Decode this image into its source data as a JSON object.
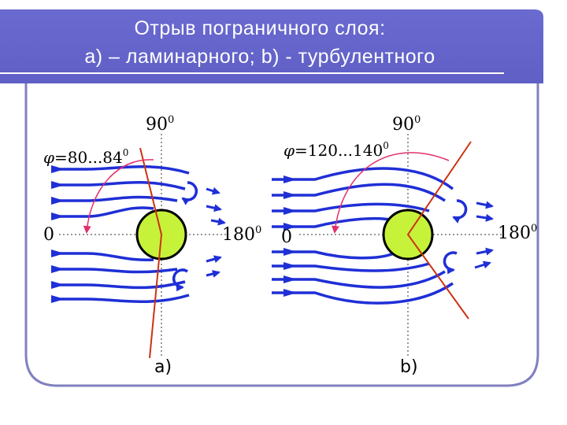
{
  "slide": {
    "title_line1": "Отрыв пограничного слоя:",
    "title_line2": "a) – ламинарного; b) - турбулентного"
  },
  "colors": {
    "banner": "#6666cc",
    "frame": "#8080c0",
    "stream": "#1f2fd6",
    "cylinder": "#c6f23a",
    "separation_line": "#cc3311",
    "angle_arrow": "#e0306a"
  },
  "panel_a": {
    "caption": "a)",
    "angle_top": "90",
    "angle_left": "0",
    "angle_right": "180",
    "sep_label_phi": "φ",
    "sep_label_value": "=80...84",
    "deg_sign": "0"
  },
  "panel_b": {
    "caption": "b)",
    "angle_top": "90",
    "angle_left": "0",
    "angle_right": "180",
    "sep_label_phi": "φ",
    "sep_label_value": "=120...140",
    "deg_sign": "0"
  }
}
